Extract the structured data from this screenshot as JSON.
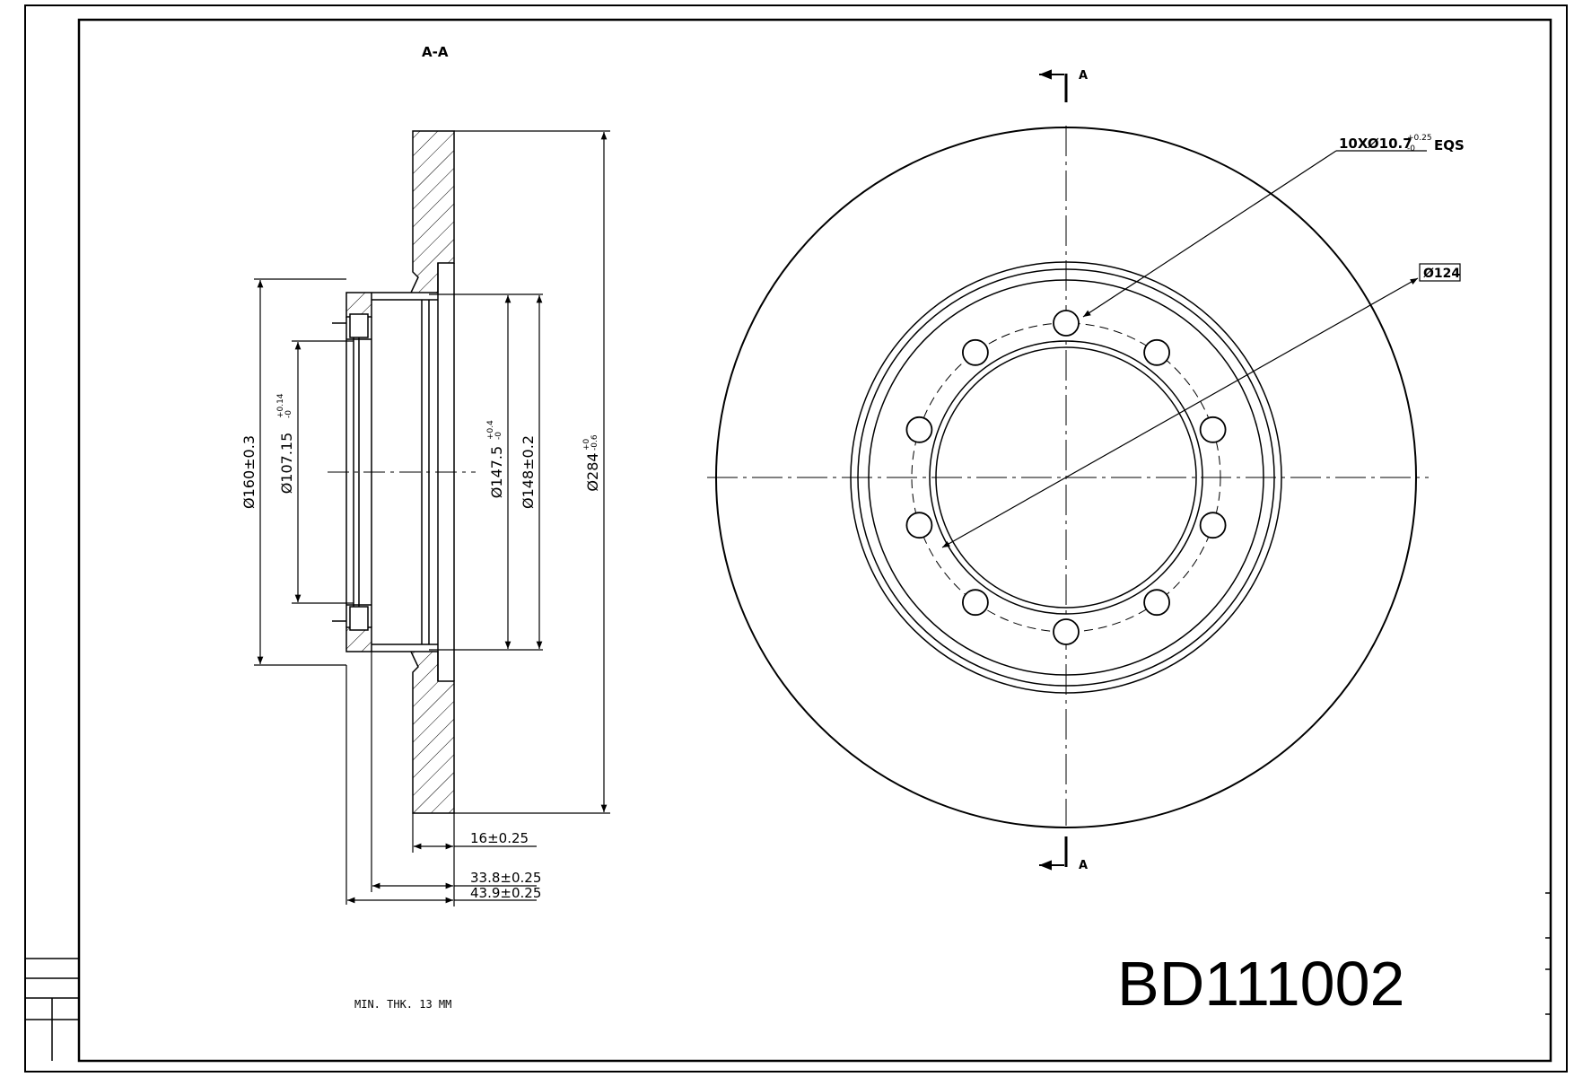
{
  "section_label": "A-A",
  "cut_marker": "A",
  "dimensions": {
    "d160": "Ø160±0.3",
    "d107": "Ø107.15",
    "d107_tol": "+0.14",
    "d107_tol_lo": "-0",
    "d147": "Ø147.5",
    "d147_tol": "+0.4",
    "d147_tol_lo": "-0",
    "d148": "Ø148±0.2",
    "d284": "Ø284",
    "d284_tol": "+0",
    "d284_tol_lo": "-0.6",
    "thk16": "16±0.25",
    "w338": "33.8±0.25",
    "w439": "43.9±0.25"
  },
  "holes_callout": {
    "text": "10XØ10.7",
    "tol_up": "+0.25",
    "tol_lo": "-0",
    "suffix": "EQS"
  },
  "bolt_circle": "Ø124",
  "min_thickness_note": "MIN. THK. 13 MM",
  "part_number": "BD111002"
}
